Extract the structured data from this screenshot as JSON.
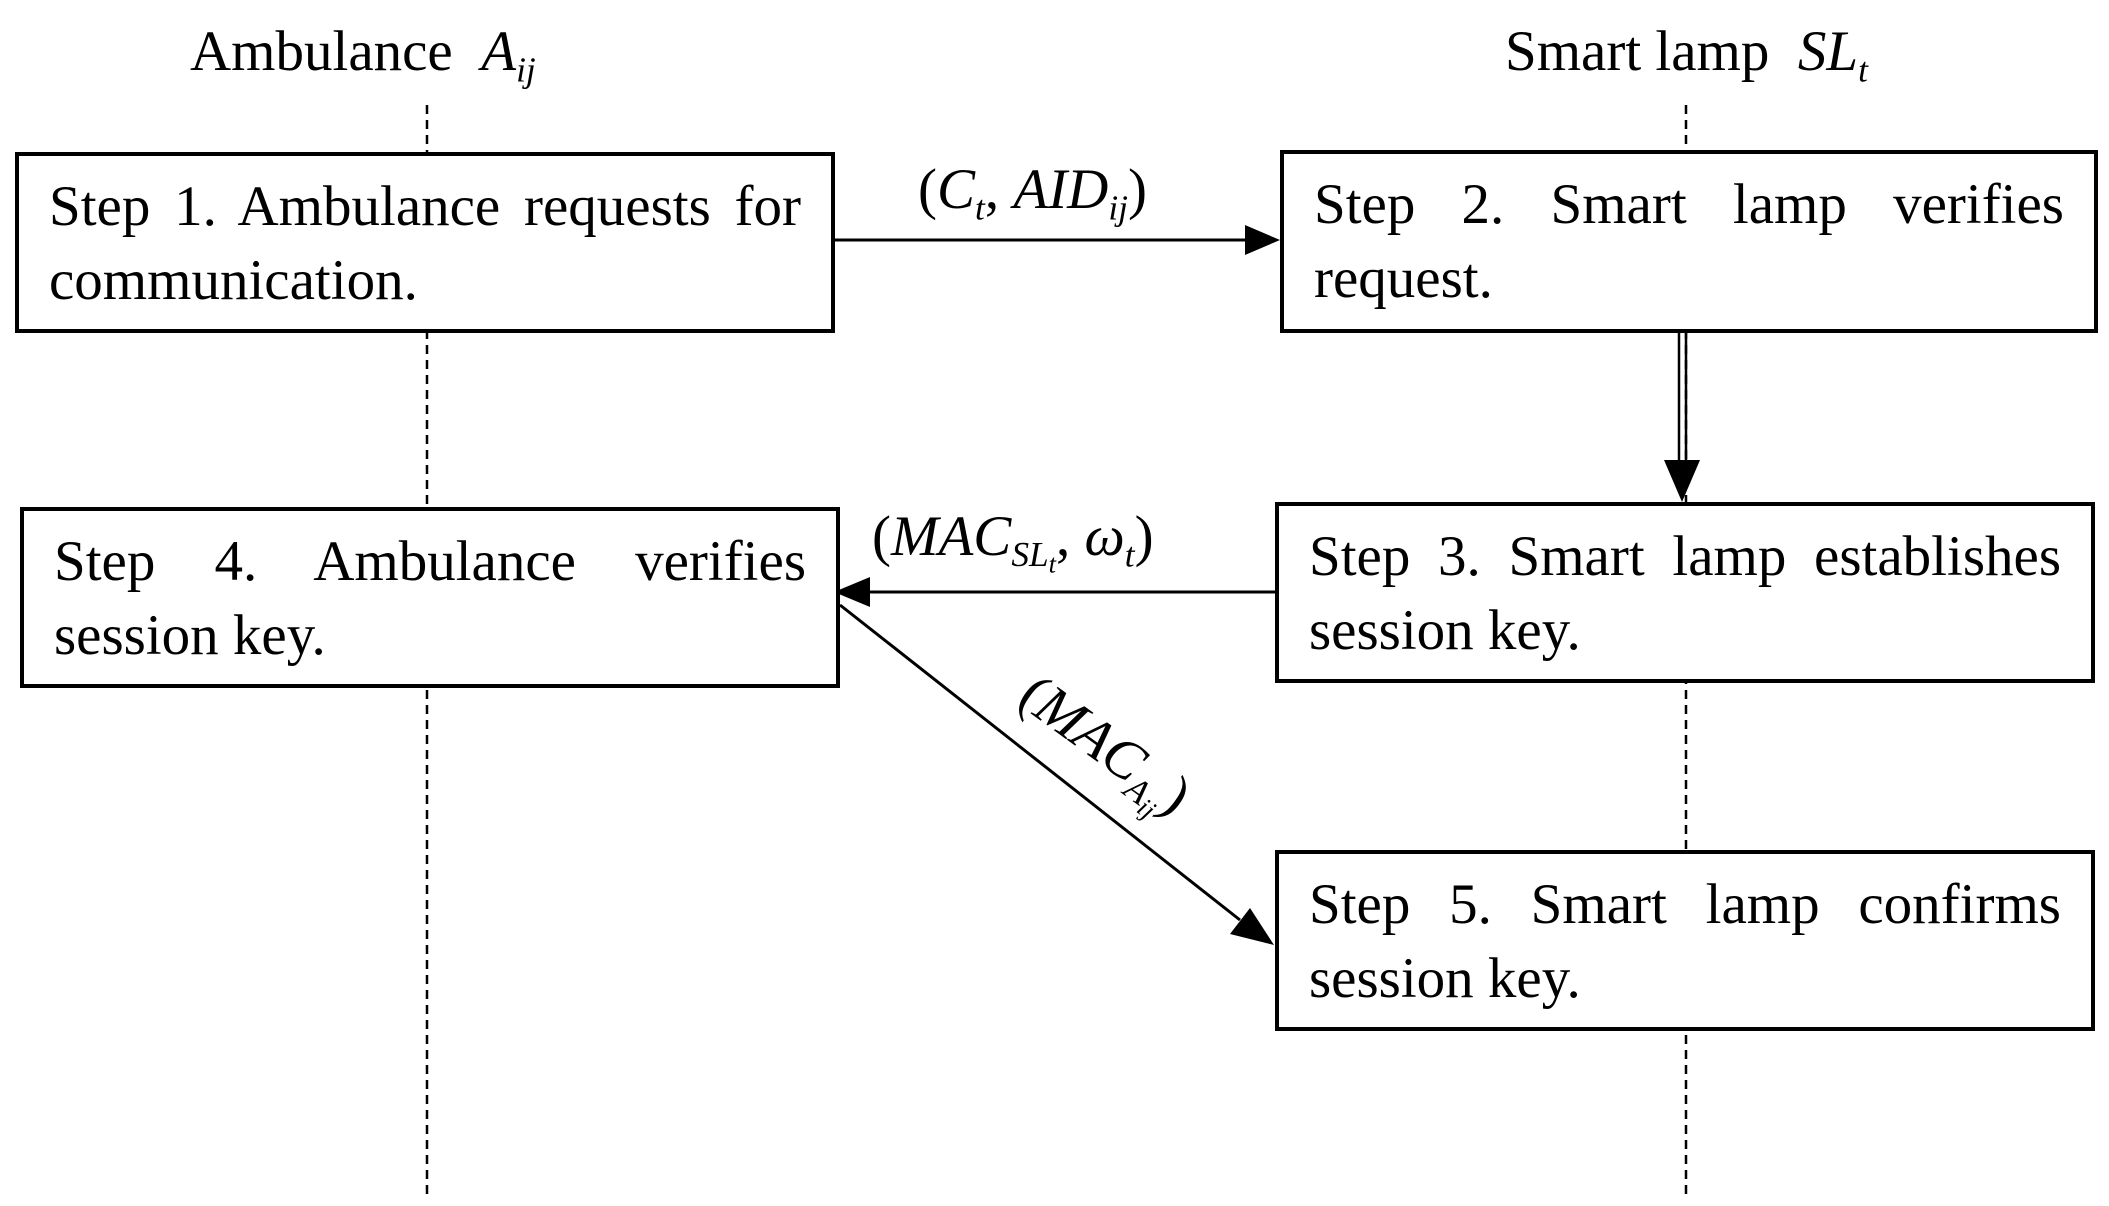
{
  "headers": {
    "ambulance": {
      "label": "Ambulance",
      "symbol": "A",
      "sub": "ij"
    },
    "lamp": {
      "label": "Smart lamp",
      "symbol": "SL",
      "sub": "t"
    }
  },
  "steps": [
    {
      "id": "step1",
      "text": "Step 1. Ambulance requests for communication."
    },
    {
      "id": "step2",
      "text": "Step 2. Smart lamp verifies request."
    },
    {
      "id": "step3",
      "text": "Step 3. Smart lamp establishes session key."
    },
    {
      "id": "step4",
      "text": "Step 4. Ambulance verifies session key."
    },
    {
      "id": "step5",
      "text": "Step 5. Smart lamp confirms session key."
    }
  ],
  "messages": {
    "m1": {
      "open": "(",
      "c": "C",
      "c_sub": "t",
      "sep": ", ",
      "aid": "AID",
      "aid_sub": "ij",
      "close": ")"
    },
    "m2": {
      "open": "(",
      "mac": "MAC",
      "mac_sub": "SL",
      "mac_subsub": "t",
      "sep": ", ",
      "omega": "ω",
      "omega_sub": "t",
      "close": ")"
    },
    "m3": {
      "open": "(",
      "mac": "MAC",
      "mac_sub": "A",
      "mac_subsub": "ij",
      "close": ")"
    }
  }
}
